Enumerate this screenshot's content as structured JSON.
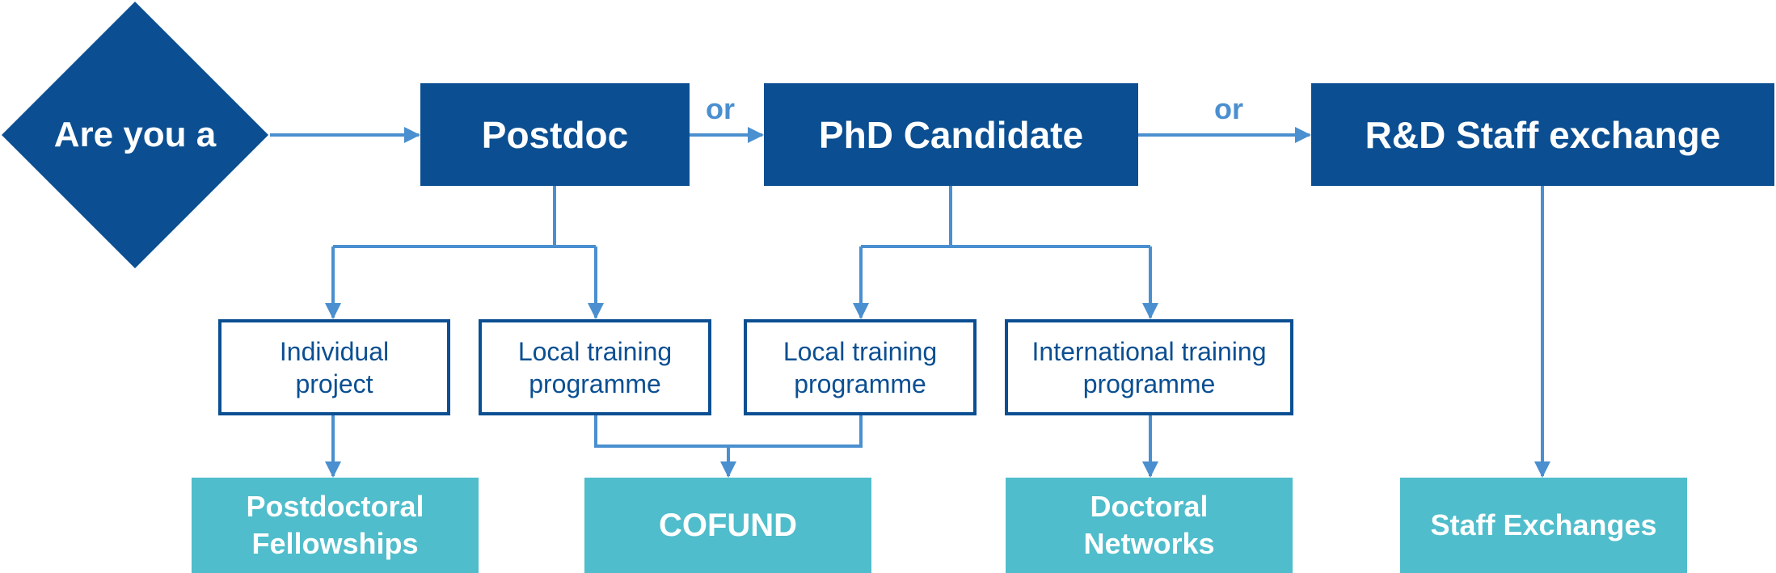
{
  "diagram": {
    "start": {
      "label": "Are you a"
    },
    "connector_label": "or",
    "roles": [
      {
        "id": "postdoc",
        "label": "Postdoc"
      },
      {
        "id": "phd",
        "label": "PhD Candidate"
      },
      {
        "id": "staff",
        "label": "R&D Staff exchange"
      }
    ],
    "options": [
      {
        "id": "individual",
        "line1": "Individual",
        "line2": "project"
      },
      {
        "id": "local-postdoc",
        "line1": "Local training",
        "line2": "programme"
      },
      {
        "id": "local-phd",
        "line1": "Local training",
        "line2": "programme"
      },
      {
        "id": "international",
        "line1": "International training",
        "line2": "programme"
      }
    ],
    "results": [
      {
        "id": "fellowships",
        "line1": "Postdoctoral",
        "line2": "Fellowships"
      },
      {
        "id": "cofund",
        "line1": "COFUND"
      },
      {
        "id": "networks",
        "line1": "Doctoral",
        "line2": "Networks"
      },
      {
        "id": "staff-exchanges",
        "line1": "Staff Exchanges"
      }
    ],
    "colors": {
      "primary": "#0b4f92",
      "connector": "#4a8fcf",
      "result": "#4fbdcb"
    }
  }
}
